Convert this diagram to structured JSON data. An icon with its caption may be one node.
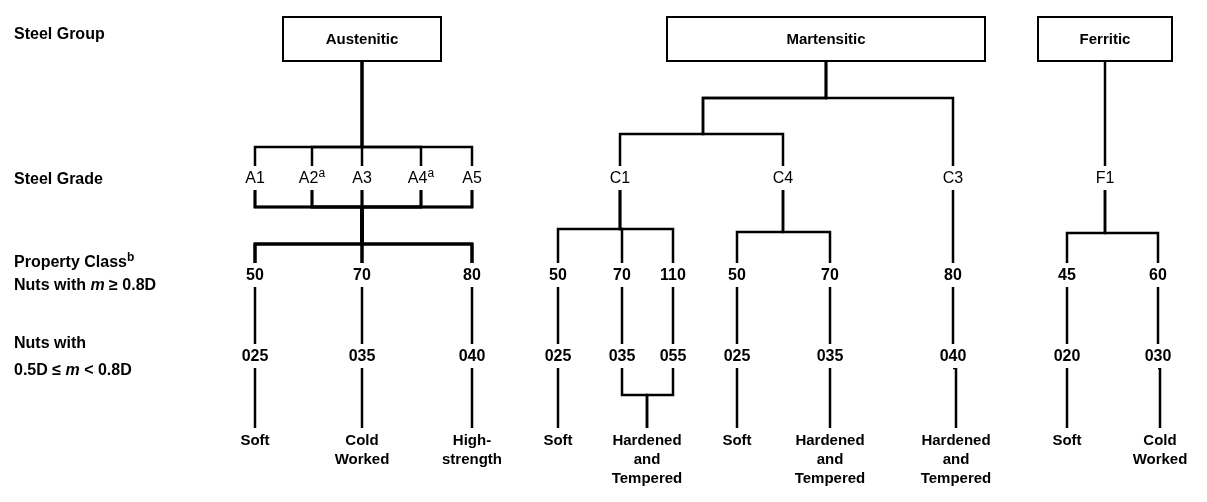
{
  "diagram": {
    "nodes": [
      {
        "text": [
          "Austenitic"
        ]
      },
      {
        "text": [
          "Martensitic"
        ]
      },
      {
        "text": [
          "Ferritic"
        ]
      },
      {
        "text": [
          "A1"
        ]
      },
      {
        "text": [
          "A2$^{a}$"
        ]
      },
      {
        "text": [
          "A3"
        ]
      },
      {
        "text": [
          "A4$^{a}$"
        ]
      },
      {
        "text": [
          "A5"
        ]
      },
      {
        "text": [
          "C1"
        ]
      },
      {
        "text": [
          "C4"
        ]
      },
      {
        "text": [
          "C3"
        ]
      },
      {
        "text": [
          "F1"
        ]
      },
      {
        "text": [
          "50"
        ]
      },
      {
        "text": [
          "70"
        ]
      },
      {
        "text": [
          "80"
        ]
      },
      {
        "text": [
          "50"
        ]
      },
      {
        "text": [
          "70"
        ]
      },
      {
        "text": [
          "110"
        ]
      },
      {
        "text": [
          "50"
        ]
      },
      {
        "text": [
          "70"
        ]
      },
      {
        "text": [
          "80"
        ]
      },
      {
        "text": [
          "45"
        ]
      },
      {
        "text": [
          "60"
        ]
      },
      {
        "text": [
          "025"
        ]
      },
      {
        "text": [
          "035"
        ]
      },
      {
        "text": [
          "040"
        ]
      },
      {
        "text": [
          "025"
        ]
      },
      {
        "text": [
          "035"
        ]
      },
      {
        "text": [
          "055"
        ]
      },
      {
        "text": [
          "025"
        ]
      },
      {
        "text": [
          "035"
        ]
      },
      {
        "text": [
          "040"
        ]
      },
      {
        "text": [
          "020"
        ]
      },
      {
        "text": [
          "030"
        ]
      },
      {
        "text": [
          "Soft"
        ]
      },
      {
        "text": [
          "Cold Worked"
        ]
      },
      {
        "text": [
          "High-strength"
        ]
      },
      {
        "text": [
          "Soft"
        ]
      },
      {
        "text": [
          "Hardened and Tempered"
        ]
      },
      {
        "text": [
          "Soft"
        ]
      },
      {
        "text": [
          "Hardened and Tempered"
        ]
      },
      {
        "text": [
          "Hardened and Tempered"
        ]
      },
      {
        "text": [
          "Soft"
        ]
      },
      {
        "text": [
          "Cold Worked"
        ]
      }
    ],
    "edges": [
      {
        "from": 0,
        "to": 3,
        "arrow": "none"
      },
      {
        "from": 0,
        "to": 4,
        "arrow": "none"
      },
      {
        "from": 0,
        "to": 5,
        "arrow": "none"
      },
      {
        "from": 0,
        "to": 6,
        "arrow": "none"
      },
      {
        "from": 0,
        "to": 7,
        "arrow": "none"
      },
      {
        "from": 1,
        "to": 8,
        "arrow": "none"
      },
      {
        "from": 1,
        "to": 9,
        "arrow": "none"
      },
      {
        "from": 1,
        "to": 10,
        "arrow": "none"
      },
      {
        "from": 2,
        "to": 11,
        "arrow": "none"
      },
      {
        "from": 3,
        "to": 12,
        "arrow": "none"
      },
      {
        "from": 3,
        "to": 13,
        "arrow": "none"
      },
      {
        "from": 3,
        "to": 14,
        "arrow": "none"
      },
      {
        "from": 4,
        "to": 12,
        "arrow": "none"
      },
      {
        "from": 4,
        "to": 13,
        "arrow": "none"
      },
      {
        "from": 4,
        "to": 14,
        "arrow": "none"
      },
      {
        "from": 5,
        "to": 12,
        "arrow": "none"
      },
      {
        "from": 5,
        "to": 13,
        "arrow": "none"
      },
      {
        "from": 5,
        "to": 14,
        "arrow": "none"
      },
      {
        "from": 6,
        "to": 12,
        "arrow": "none"
      },
      {
        "from": 6,
        "to": 13,
        "arrow": "none"
      },
      {
        "from": 6,
        "to": 14,
        "arrow": "none"
      },
      {
        "from": 7,
        "to": 12,
        "arrow": "none"
      },
      {
        "from": 7,
        "to": 13,
        "arrow": "none"
      },
      {
        "from": 7,
        "to": 14,
        "arrow": "none"
      },
      {
        "from": 8,
        "to": 15,
        "arrow": "none"
      },
      {
        "from": 8,
        "to": 16,
        "arrow": "none"
      },
      {
        "from": 8,
        "to": 17,
        "arrow": "none"
      },
      {
        "from": 9,
        "to": 18,
        "arrow": "none"
      },
      {
        "from": 9,
        "to": 19,
        "arrow": "none"
      },
      {
        "from": 10,
        "to": 20,
        "arrow": "none"
      },
      {
        "from": 11,
        "to": 21,
        "arrow": "none"
      },
      {
        "from": 11,
        "to": 22,
        "arrow": "none"
      },
      {
        "from": 12,
        "to": 23,
        "arrow": "none"
      },
      {
        "from": 13,
        "to": 24,
        "arrow": "none"
      },
      {
        "from": 14,
        "to": 25,
        "arrow": "none"
      },
      {
        "from": 15,
        "to": 26,
        "arrow": "none"
      },
      {
        "from": 16,
        "to": 27,
        "arrow": "none"
      },
      {
        "from": 17,
        "to": 28,
        "arrow": "none"
      },
      {
        "from": 18,
        "to": 29,
        "arrow": "none"
      },
      {
        "from": 19,
        "to": 30,
        "arrow": "none"
      },
      {
        "from": 20,
        "to": 31,
        "arrow": "none"
      },
      {
        "from": 21,
        "to": 32,
        "arrow": "none"
      },
      {
        "from": 22,
        "to": 33,
        "arrow": "none"
      },
      {
        "from": 23,
        "to": 34,
        "arrow": "none"
      },
      {
        "from": 24,
        "to": 35,
        "arrow": "none"
      },
      {
        "from": 25,
        "to": 36,
        "arrow": "none"
      },
      {
        "from": 26,
        "to": 37,
        "arrow": "none"
      },
      {
        "from": 27,
        "to": 38,
        "arrow": "none"
      },
      {
        "from": 28,
        "to": 38,
        "arrow": "none"
      },
      {
        "from": 29,
        "to": 39,
        "arrow": "none"
      },
      {
        "from": 30,
        "to": 40,
        "arrow": "none"
      },
      {
        "from": 31,
        "to": 41,
        "arrow": "none"
      },
      {
        "from": 32,
        "to": 42,
        "arrow": "none"
      },
      {
        "from": 33,
        "to": 43,
        "arrow": "none"
      }
    ],
    "labels": [
      "Steel Group",
      "Steel Grade",
      "Property Class$^{b}$",
      "Nuts with *m* ≥ 0.8D",
      "Nuts with",
      "0.5D ≤ *m* < 0.8D"
    ]
  }
}
